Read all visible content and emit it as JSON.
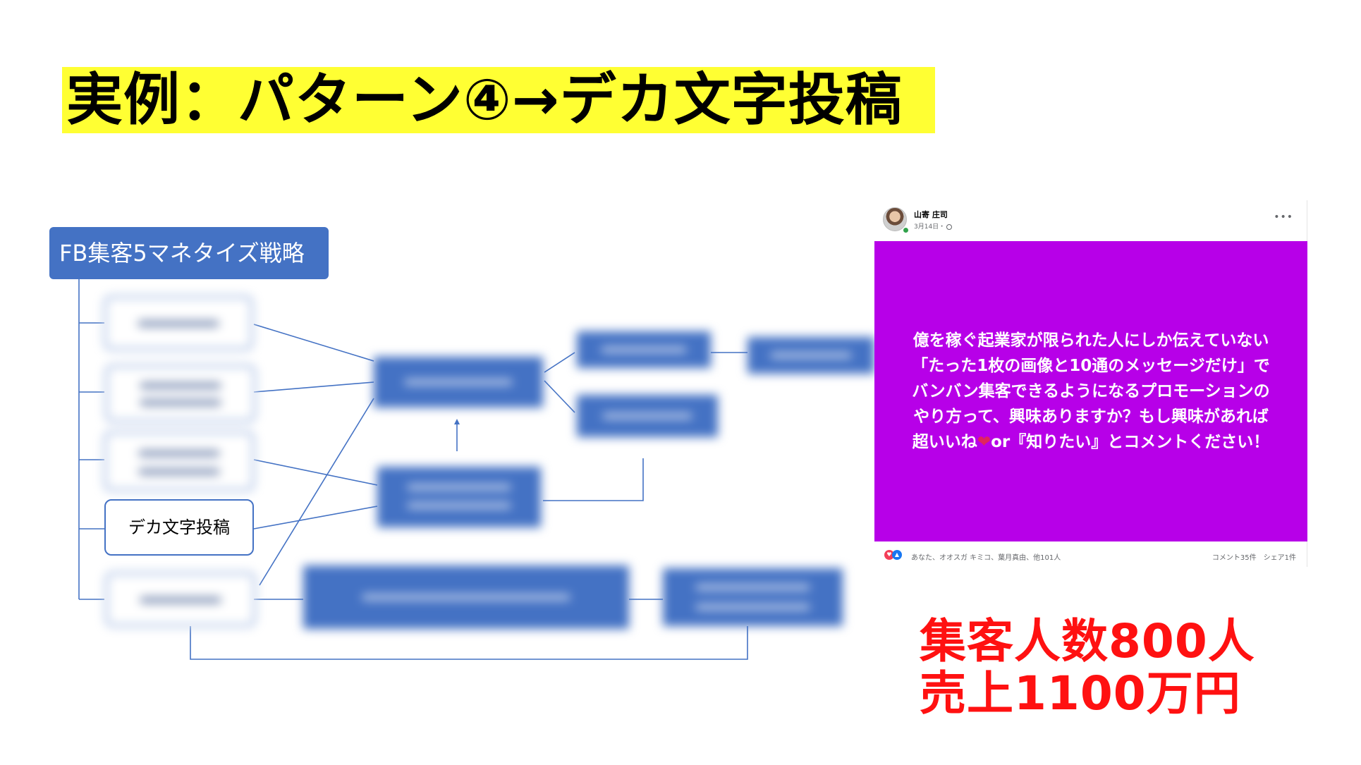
{
  "title": "実例：パターン④→デカ文字投稿",
  "diagram": {
    "root_label": "FB集客5マネタイズ戦略",
    "highlighted_node_label": "デカ文字投稿"
  },
  "facebook_post": {
    "author": "山寄 庄司",
    "date": "3月14日・",
    "more_label": "•••",
    "body_lines": [
      "億を稼ぐ起業家が限られた人にしか伝えていない",
      "「たった1枚の画像と10通のメッセージだけ」で",
      "バンバン集客できるようになるプロモーションの",
      "やり方って、興味ありますか？もし興味があれば"
    ],
    "body_last_prefix": "超いいね",
    "body_last_suffix": "or『知りたい』とコメントください！",
    "reaction_names": "あなた、オオスガ キミコ、葉月真由、他101人",
    "counts": "コメント35件　シェア1件",
    "post_background": "#b700e8"
  },
  "results": {
    "line1": "集客人数800人",
    "line2": "売上1100万円",
    "color": "#ff1111"
  },
  "colors": {
    "title_highlight": "#ffff33",
    "node_blue": "#4472c4"
  }
}
